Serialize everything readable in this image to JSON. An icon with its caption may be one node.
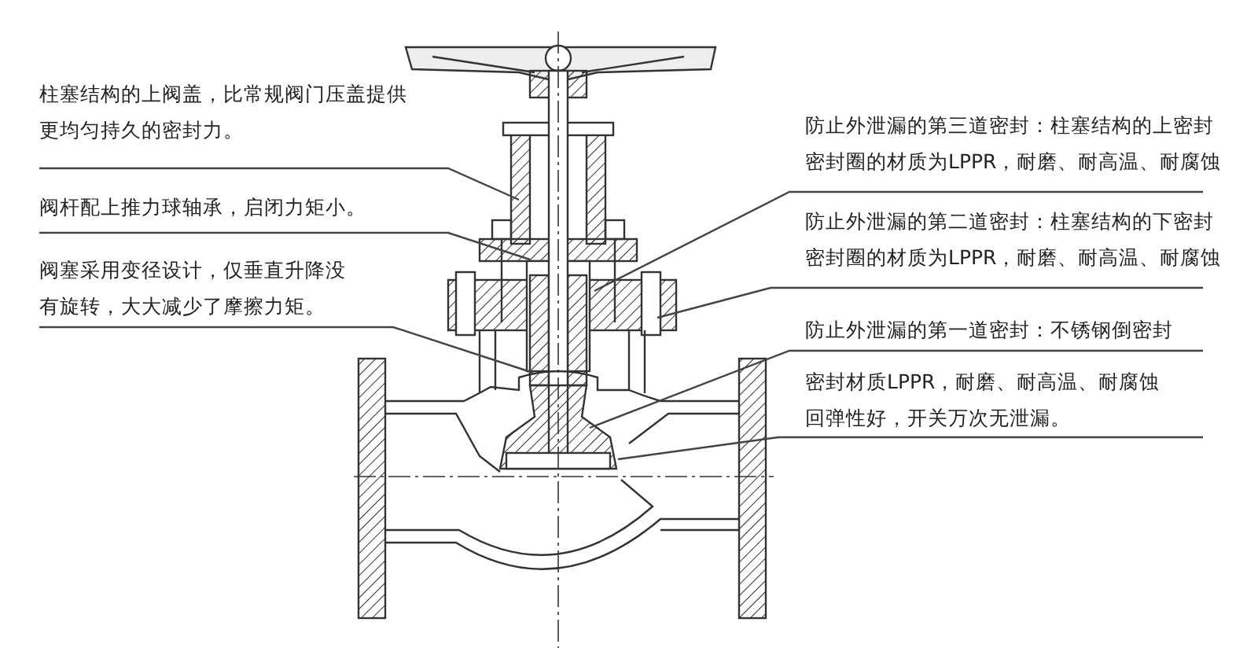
{
  "diagram": {
    "nodes": [
      {
        "text": [
          "柱塞结构的上阀盖，比常规阀门压盖提供更均匀持久的密封力。"
        ]
      },
      {
        "text": [
          "阀杆配上推力球轴承，启闭力矩小。"
        ]
      },
      {
        "text": [
          "阀塞采用变径设计，仅垂直升降没有旋转，大大减少了摩擦力矩。"
        ]
      },
      {
        "text": [
          "防止外泄漏的第三道密封：柱塞结构的上密封密封圈的材质为LPPR，耐磨、耐高温、耐腐蚀"
        ]
      },
      {
        "text": [
          "防止外泄漏的第二道密封：柱塞结构的下密封密封圈的材质为LPPR，耐磨、耐高温、耐腐蚀"
        ]
      },
      {
        "text": [
          "防止外泄漏的第一道密封：不锈钢倒密封"
        ]
      },
      {
        "text": [
          "密封材质LPPR，耐磨、耐高温、耐腐蚀回弹性好，开关万次无泄漏。"
        ]
      }
    ],
    "edges": [
      {
        "from": 0,
        "to": null,
        "arrow": "none"
      },
      {
        "from": 1,
        "to": null,
        "arrow": "none"
      },
      {
        "from": 2,
        "to": null,
        "arrow": "none"
      },
      {
        "from": 3,
        "to": null,
        "arrow": "none"
      },
      {
        "from": 4,
        "to": null,
        "arrow": "none"
      },
      {
        "from": 5,
        "to": null,
        "arrow": "none"
      },
      {
        "from": 6,
        "to": null,
        "arrow": "none"
      }
    ]
  }
}
